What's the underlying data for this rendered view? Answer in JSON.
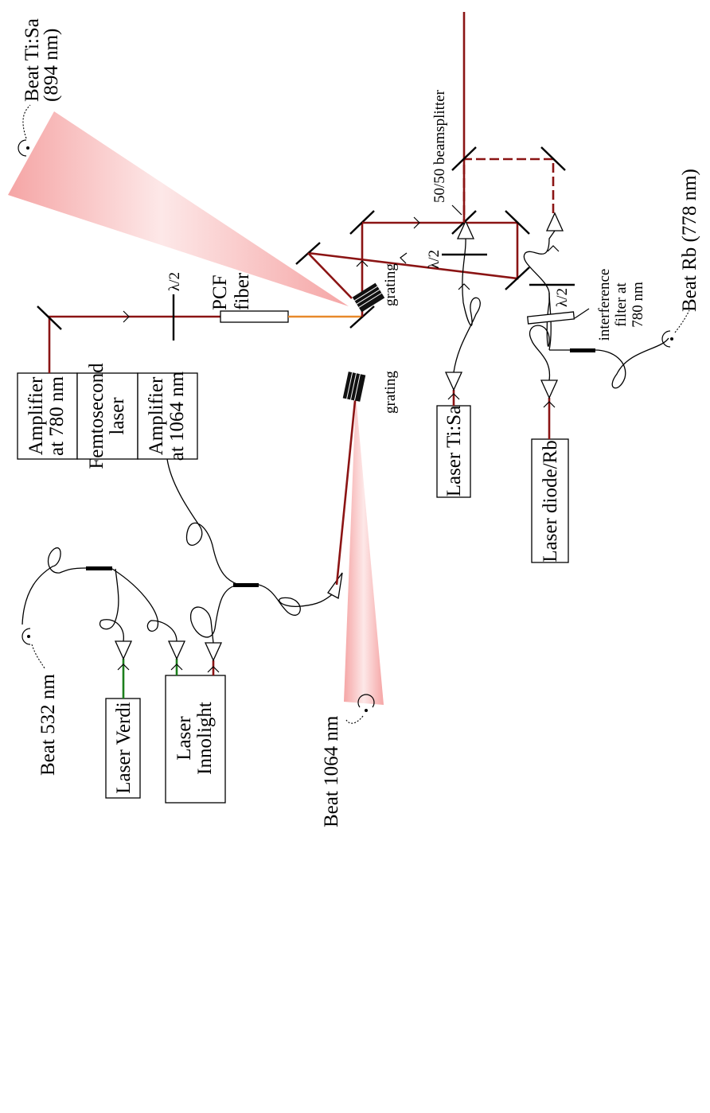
{
  "boxes": {
    "amp780": [
      "Amplifier",
      "at 780 nm"
    ],
    "femto": [
      "Femtosecond",
      "laser"
    ],
    "amp1064": [
      "Amplifier",
      "at 1064 nm"
    ],
    "pcf": [
      "PCF",
      "fiber"
    ],
    "laser_tisa": "Laser Ti:Sa",
    "laser_diode": "Laser diode/Rb",
    "laser_verdi": "Laser Verdi",
    "laser_innolight": [
      "Laser",
      "Innolight"
    ]
  },
  "labels": {
    "beat_tisa": [
      "Beat Ti:Sa",
      "(894 nm)"
    ],
    "beat_rb": "Beat Rb (778 nm)",
    "beat_1064": "Beat 1064 nm",
    "beat_532": "Beat 532 nm",
    "grating": "grating",
    "beamsplitter": "50/50 beamsplitter",
    "interference_filter": [
      "interference",
      "filter at",
      "780 nm"
    ],
    "half_wave": "λ/2"
  },
  "colors": {
    "beam_red": "#8b1414",
    "beam_green": "#1c7f1c",
    "beam_orange": "#e8892a",
    "cone_pink": "#f5a5a5"
  }
}
